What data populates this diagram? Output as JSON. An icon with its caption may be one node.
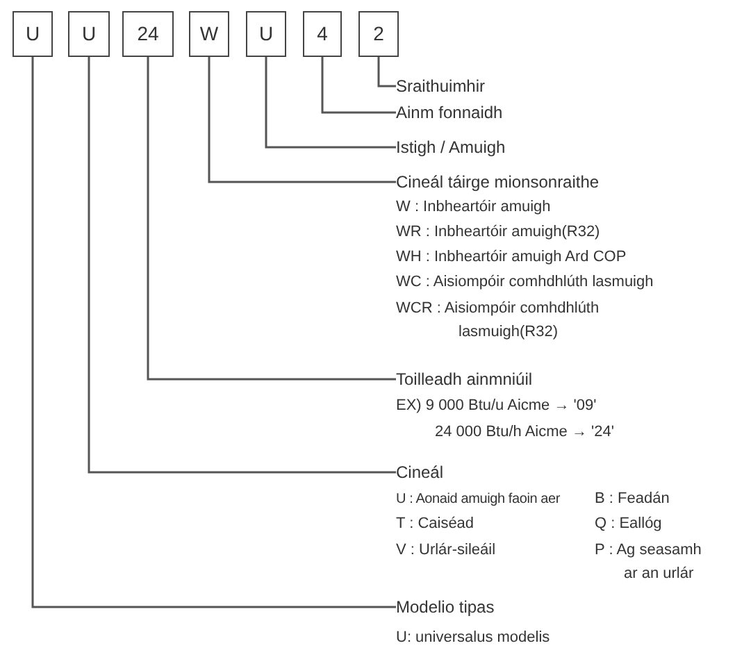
{
  "diagram": {
    "nodes": [
      {
        "text": [
          "U"
        ]
      },
      {
        "text": [
          "U"
        ]
      },
      {
        "text": [
          "24"
        ]
      },
      {
        "text": [
          "W"
        ]
      },
      {
        "text": [
          "U"
        ]
      },
      {
        "text": [
          "4"
        ]
      },
      {
        "text": [
          "2"
        ]
      },
      {
        "text": [
          "Sraithuimhir"
        ]
      },
      {
        "text": [
          "Ainm fonnaidh"
        ]
      },
      {
        "text": [
          "Istigh / Amuigh"
        ]
      },
      {
        "text": [
          "Cineál táirge mionsonraithe"
        ],
        "beside": [
          "W : Inbheartóir amuigh",
          "WR : Inbheartóir amuigh(R32)",
          "WH : Inbheartóir amuigh Ard COP",
          "WC : Aisiompóir comhdhlúth lasmuigh",
          "WCR : Aisiompóir comhdhlúth lasmuigh(R32)"
        ]
      },
      {
        "text": [
          "Toilleadh ainmniúil"
        ],
        "beside": [
          "EX) 9 000 Btu/u Aicme → '09'",
          "24 000 Btu/h Aicme → '24'"
        ]
      },
      {
        "text": [
          "Cineál"
        ],
        "beside": [
          "U : Aonaid amuigh faoin aer",
          "B : Feadán",
          "T : Caiséad",
          "Q : Eallóg",
          "V : Urlár-sileáil",
          "P : Ag seasamh ar an urlár"
        ]
      },
      {
        "text": [
          "Modelio tipas"
        ],
        "beside": [
          "U: universalus modelis"
        ]
      }
    ],
    "edges": [
      {
        "from": 7,
        "to": 6,
        "arrow": "none"
      },
      {
        "from": 8,
        "to": 5,
        "arrow": "none"
      },
      {
        "from": 9,
        "to": 4,
        "arrow": "none"
      },
      {
        "from": 10,
        "to": 3,
        "arrow": "none"
      },
      {
        "from": 11,
        "to": 2,
        "arrow": "none"
      },
      {
        "from": 12,
        "to": 1,
        "arrow": "none"
      },
      {
        "from": 13,
        "to": 0,
        "arrow": "none"
      }
    ]
  }
}
